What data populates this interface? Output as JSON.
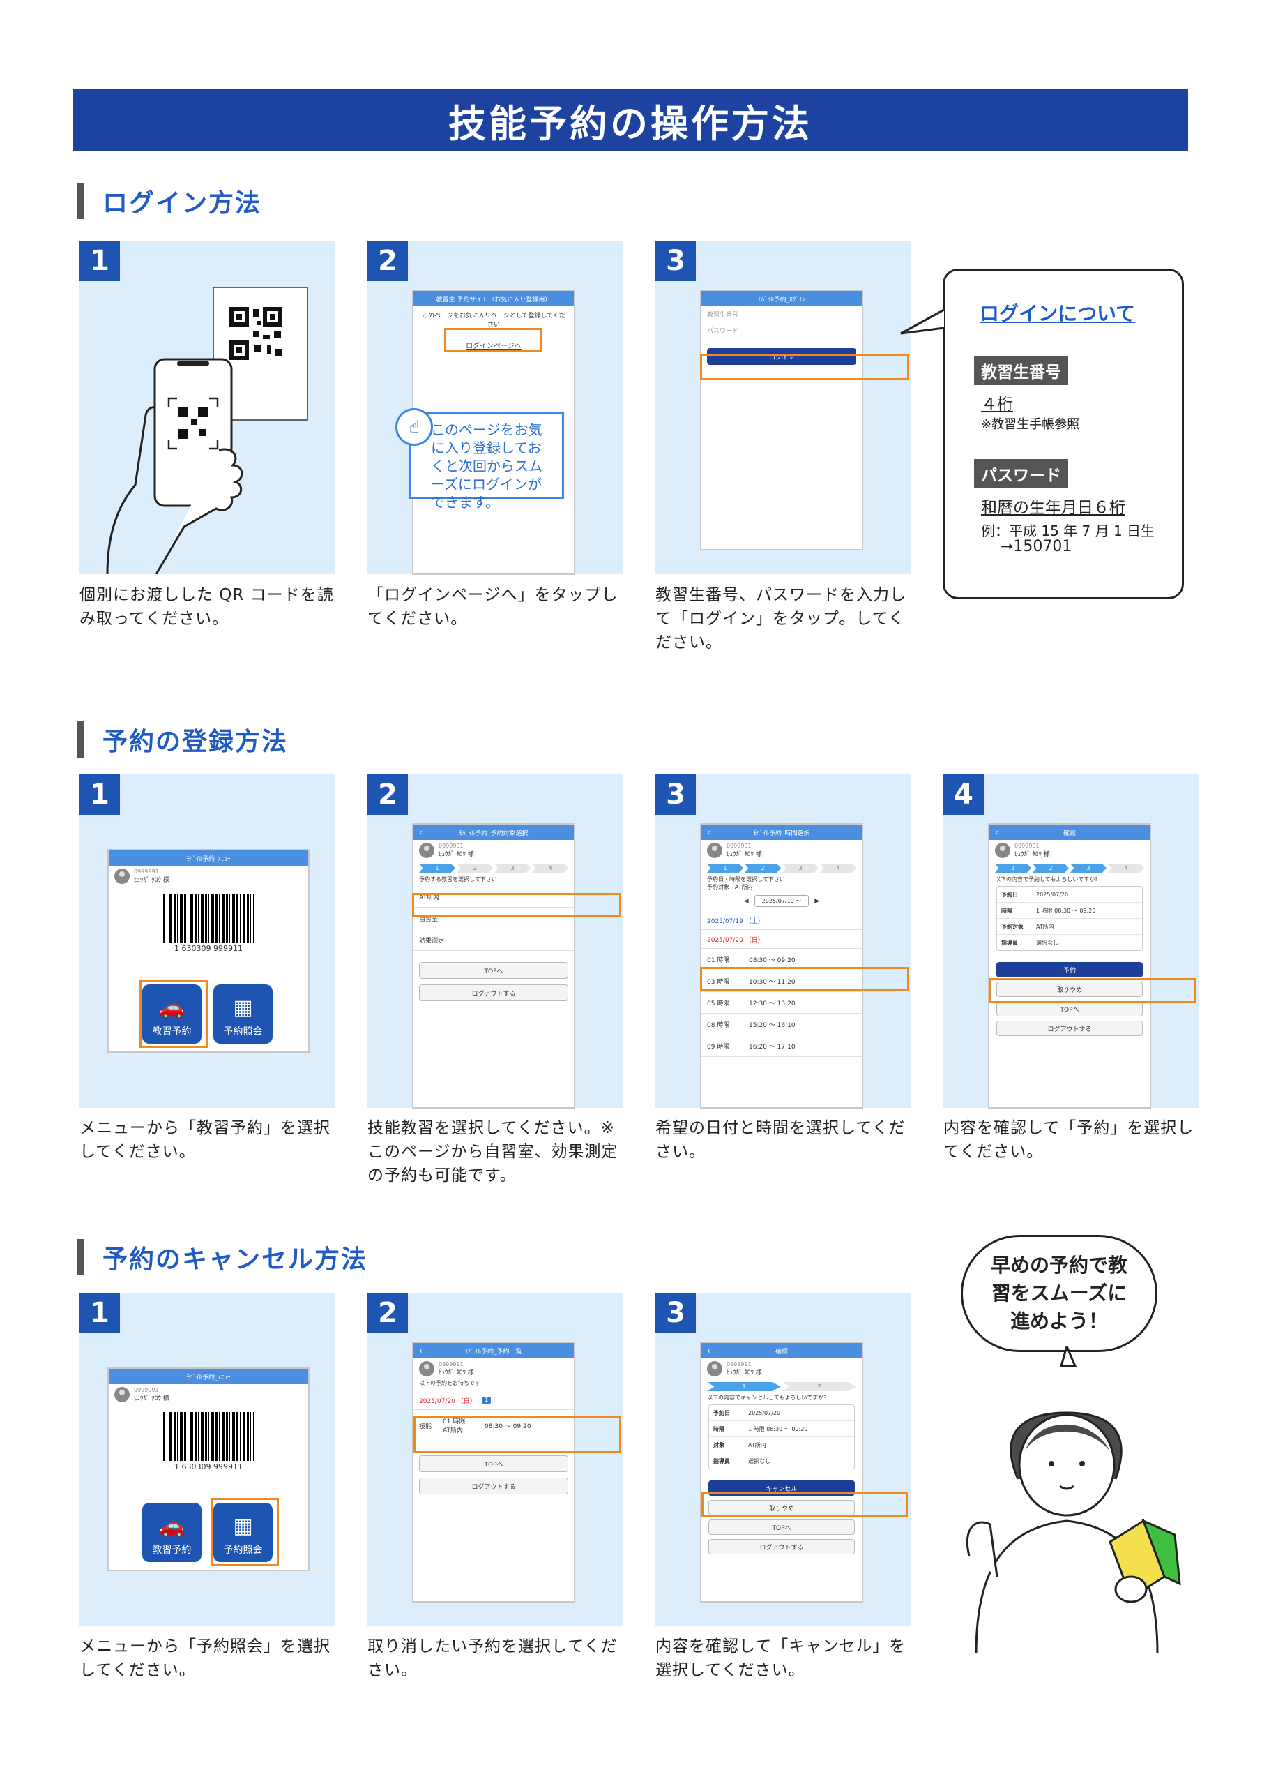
{
  "title": "技能予約の操作方法",
  "sections": {
    "login": "ログイン方法",
    "register": "予約の登録方法",
    "cancel": "予約のキャンセル方法"
  },
  "step_numbers": [
    "1",
    "2",
    "3",
    "4"
  ],
  "login": {
    "captions": [
      "個別にお渡しした QR コードを読み取ってください。",
      "「ログインページへ」をタップしてください。",
      "教習生番号、パスワードを入力して「ログイン」をタップ。してください。"
    ],
    "screen2": {
      "header": "教習生 予約サイト（お気に入り登録用）",
      "text": "このページをお気に入りページとして登録してください",
      "link": "ログインページへ",
      "tip": "このページをお気に入り登録しておくと次回からスムーズにログインができます。"
    },
    "screen3": {
      "header": "ﾓﾊﾞｲﾙ予約_ﾛｸﾞｲﾝ",
      "field1": "教習生番号",
      "field2": "パスワード",
      "button": "ログイン"
    },
    "info": {
      "title": "ログインについて",
      "label1": "教習生番号",
      "value1": "４桁",
      "note1": "※教習生手帳参照",
      "label2": "パスワード",
      "value2": "和暦の生年月日６桁",
      "example": "例：平成 15 年 7 月 1 日生",
      "example_result": "➞150701"
    }
  },
  "register": {
    "captions": [
      "メニューから「教習予約」を選択してください。",
      "技能教習を選択してください。※このページから自習室、効果測定の予約も可能です。",
      "希望の日付と時間を選択してください。",
      "内容を確認して「予約」を選択してください。"
    ],
    "menu": {
      "header": "ﾓﾊﾞｲﾙ予約_ﾒﾆｭｰ",
      "id": "0999991",
      "name": "ﾋｭｳｶﾞ ﾀﾛｳ 様",
      "barcode": "1  630309  999911",
      "btn1": "教習予約",
      "btn2": "予約照会"
    },
    "screen2": {
      "header": "ﾓﾊﾞｲﾙ予約_予約対象選択",
      "steps": [
        "1",
        "2",
        "3",
        "4"
      ],
      "prompt": "予約する教習を選択して下さい",
      "items": [
        "AT所内",
        "自習室",
        "効果測定"
      ],
      "top": "TOPへ",
      "logout": "ログアウトする"
    },
    "screen3": {
      "header": "ﾓﾊﾞｲﾙ予約_時間選択",
      "prompt1": "予約日・時限を選択して下さい",
      "prompt2": "予約対象　AT所内",
      "date_select": "2025/07/19 〜",
      "date1": "2025/07/19 （土）",
      "date2": "2025/07/20 （日）",
      "slots": [
        {
          "period": "01 時限",
          "time": "08:30 〜 09:20"
        },
        {
          "period": "03 時限",
          "time": "10:30 〜 11:20"
        },
        {
          "period": "05 時限",
          "time": "12:30 〜 13:20"
        },
        {
          "period": "08 時限",
          "time": "15:20 〜 16:10"
        },
        {
          "period": "09 時限",
          "time": "16:20 〜 17:10"
        }
      ]
    },
    "screen4": {
      "header": "確認",
      "prompt": "以下の内容で予約してもよろしいですか？",
      "rows": [
        {
          "k": "予約日",
          "v": "2025/07/20"
        },
        {
          "k": "時限",
          "v": "1 時限 08:30 〜 09:20"
        },
        {
          "k": "予約対象",
          "v": "AT所内"
        },
        {
          "k": "指導員",
          "v": "選択なし"
        }
      ],
      "reserve": "予約",
      "stop": "取りやめ",
      "top": "TOPへ",
      "logout": "ログアウトする"
    }
  },
  "cancel": {
    "captions": [
      "メニューから「予約照会」を選択してください。",
      "取り消したい予約を選択してください。",
      "内容を確認して「キャンセル」を選択してください。"
    ],
    "screen2": {
      "header": "ﾓﾊﾞｲﾙ予約_予約一覧",
      "prompt": "以下の予約をお持ちです",
      "date": "2025/07/20 （日）",
      "badge": "1",
      "kind": "技能",
      "period": "01 時限",
      "time": "08:30 〜 09:20",
      "place": "AT所内",
      "top": "TOPへ",
      "logout": "ログアウトする"
    },
    "screen3": {
      "header": "確認",
      "steps": [
        "1",
        "2"
      ],
      "prompt": "以下の内容でキャンセルしてもよろしいですか？",
      "rows": [
        {
          "k": "予約日",
          "v": "2025/07/20"
        },
        {
          "k": "時限",
          "v": "1 時限 08:30 〜 09:20"
        },
        {
          "k": "対象",
          "v": "AT所内"
        },
        {
          "k": "指導員",
          "v": "選択なし"
        }
      ],
      "cancel": "キャンセル",
      "stop": "取りやめ",
      "top": "TOPへ",
      "logout": "ログアウトする"
    }
  },
  "speech": "早めの予約で教習をスムーズに進めよう！",
  "colors": {
    "title_bg": "#1e42a0",
    "panel": "#dcedfb",
    "accent": "#f08a1e",
    "section": "#1f5bc5"
  }
}
